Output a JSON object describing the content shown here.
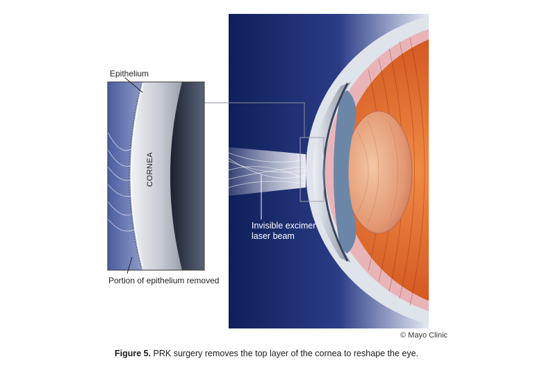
{
  "labels": {
    "epithelium": "Epithelium",
    "portion_removed": "Portion of epithelium removed",
    "cornea": "CORNEA",
    "laser_line1": "Invisible excimer",
    "laser_line2": "laser beam",
    "copyright": "© Mayo Clinic"
  },
  "caption": {
    "figure": "Figure 5.",
    "text": "PRK surgery removes the top layer of the cornea to reshape the eye."
  },
  "colors": {
    "background_dark": "#0f1f5a",
    "background_light": "#e8ebf5",
    "sclera": "#dfe3ea",
    "iris_red": "#c84a1e",
    "lens": "#e2a07a",
    "cornea": "#c9ced6"
  }
}
